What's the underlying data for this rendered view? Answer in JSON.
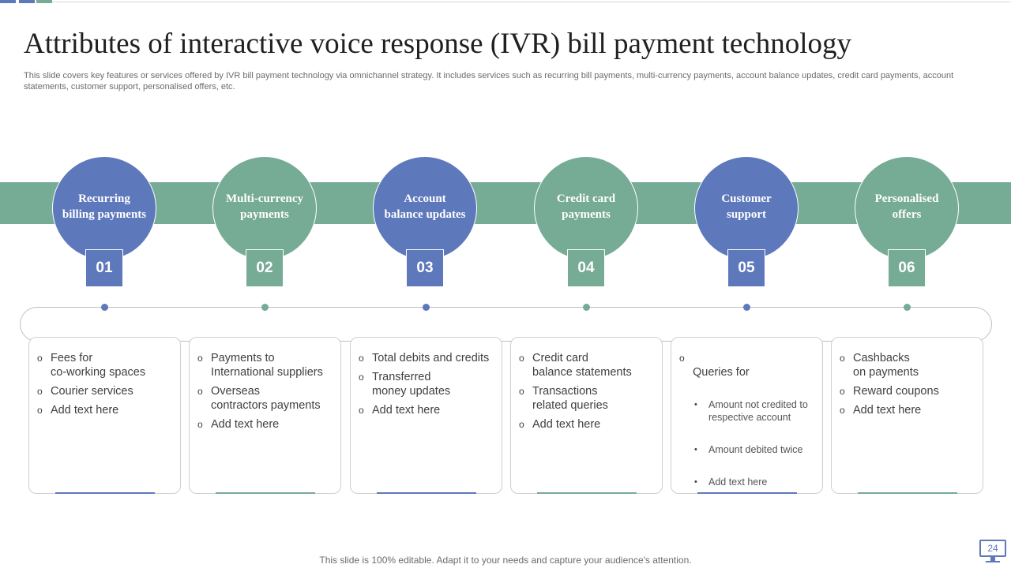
{
  "title": "Attributes of interactive voice response (IVR) bill payment technology",
  "subtitle": "This slide covers key features or services offered by IVR  bill payment technology via  omnichannel strategy. It includes services such as recurring bill payments, multi-currency payments, account balance updates, credit card payments, account statements, customer support, personalised offers, etc.",
  "colors": {
    "blue": "#5e78bc",
    "green": "#76ab96"
  },
  "steps": [
    {
      "heading": "Recurring\nbilling  payments",
      "number": "01",
      "color": "blue",
      "items": [
        "Fees for\nco-working spaces",
        "Courier services",
        "Add text here"
      ]
    },
    {
      "heading": "Multi-currency\npayments",
      "number": "02",
      "color": "green",
      "items": [
        "Payments to\nInternational  suppliers",
        "Overseas\ncontractors payments",
        "Add text here"
      ]
    },
    {
      "heading": "Account\nbalance updates",
      "number": "03",
      "color": "blue",
      "items": [
        "Total debits and credits",
        "Transferred\nmoney updates",
        "Add text here"
      ]
    },
    {
      "heading": "Credit card\npayments",
      "number": "04",
      "color": "green",
      "items": [
        "Credit card\n balance statements",
        "Transactions\n related queries",
        "Add text here"
      ]
    },
    {
      "heading": "Customer\nsupport",
      "number": "05",
      "color": "blue",
      "items": [
        "Queries for"
      ],
      "subitems": [
        "Amount not credited to\nrespective  account",
        "Amount debited twice",
        "Add text here"
      ]
    },
    {
      "heading": "Personalised\noffers",
      "number": "06",
      "color": "green",
      "items": [
        "Cashbacks\non payments",
        "Reward coupons",
        "Add text here"
      ]
    }
  ],
  "footer": "This slide is 100% editable. Adapt it to your needs and capture your audience's attention.",
  "page_number": "24"
}
